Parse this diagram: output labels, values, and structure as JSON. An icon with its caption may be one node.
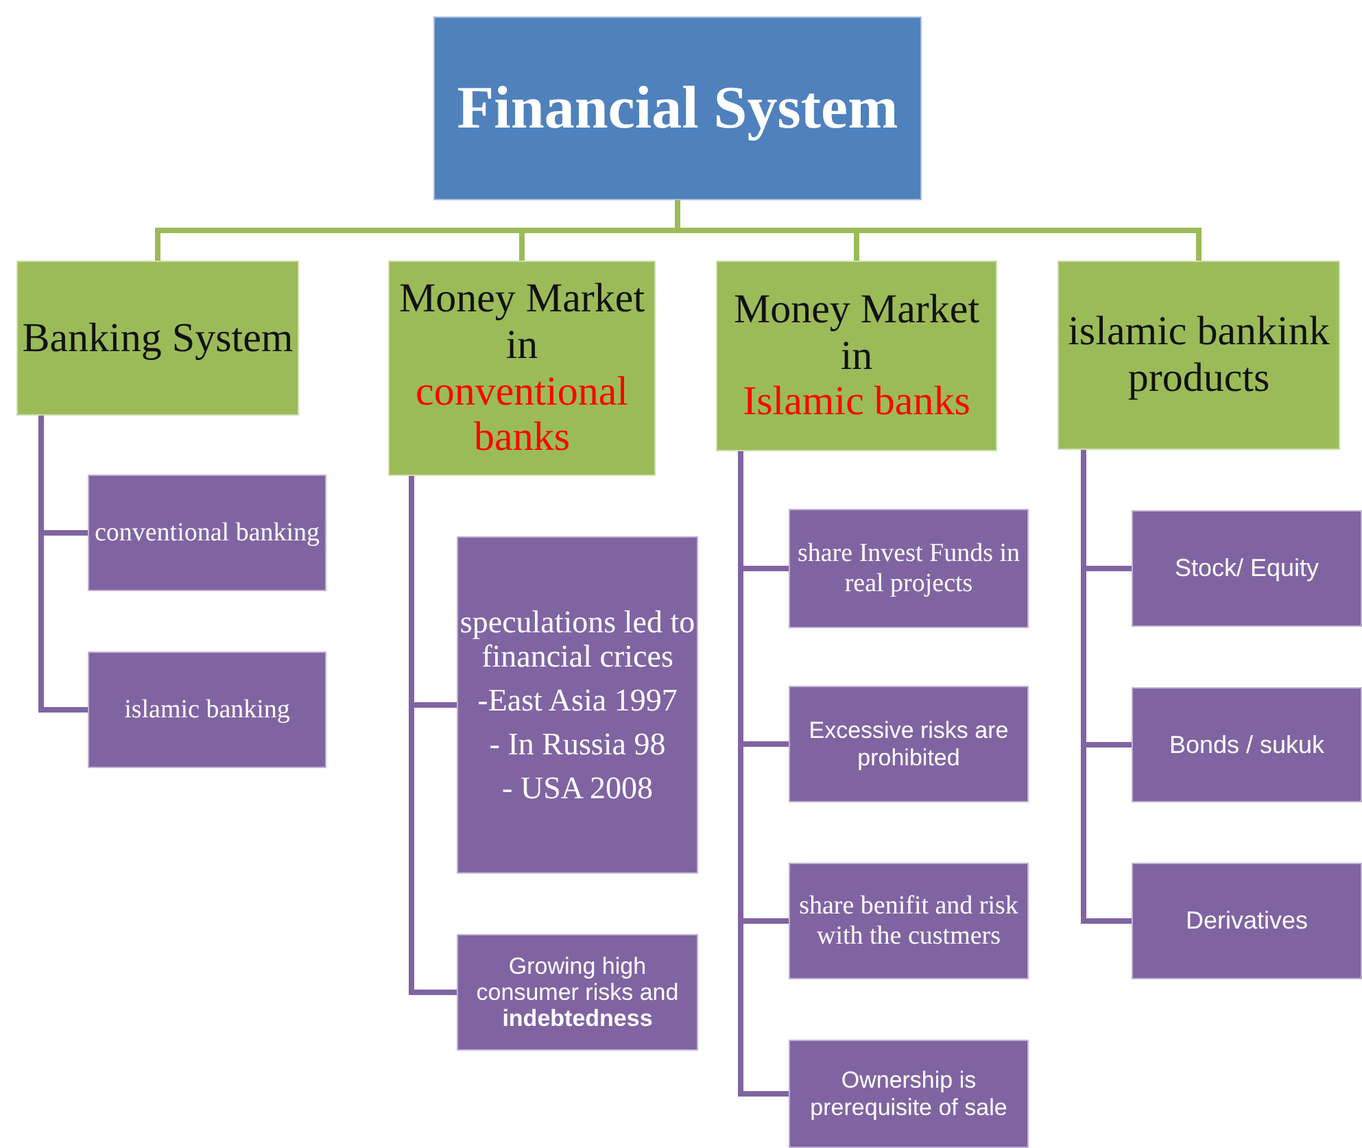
{
  "diagram": {
    "nodes": [
      {
        "text": [
          "Financial System"
        ]
      },
      {
        "text": [
          "Banking System"
        ]
      },
      {
        "text": [
          "Money Market in",
          "conventional banks"
        ]
      },
      {
        "text": [
          "Money Market in",
          "Islamic banks"
        ]
      },
      {
        "text": [
          "islamic bankink products"
        ]
      },
      {
        "text": [
          "conventional banking"
        ]
      },
      {
        "text": [
          "islamic banking"
        ]
      },
      {
        "text": [
          "speculations led to financial crices",
          "-East Asia 1997",
          "- In Russia 98",
          "- USA 2008"
        ]
      },
      {
        "text": [
          "Growing high consumer risks and **indebtedness**"
        ]
      },
      {
        "text": [
          "share Invest Funds in real projects"
        ]
      },
      {
        "text": [
          "Excessive risks are prohibited"
        ]
      },
      {
        "text": [
          "share benifit and risk with the custmers"
        ]
      },
      {
        "text": [
          "Ownership is prerequisite of sale"
        ]
      },
      {
        "text": [
          "Stock/ Equity"
        ]
      },
      {
        "text": [
          "Bonds / sukuk"
        ]
      },
      {
        "text": [
          "Derivatives"
        ]
      }
    ],
    "edges": [
      {
        "from": 0,
        "to": 1,
        "arrow": "none",
        "color": "#9bbb59"
      },
      {
        "from": 0,
        "to": 2,
        "arrow": "none",
        "color": "#9bbb59"
      },
      {
        "from": 0,
        "to": 3,
        "arrow": "none",
        "color": "#9bbb59"
      },
      {
        "from": 0,
        "to": 4,
        "arrow": "none",
        "color": "#9bbb59"
      },
      {
        "from": 1,
        "to": 5,
        "arrow": "none"
      },
      {
        "from": 1,
        "to": 6,
        "arrow": "none"
      },
      {
        "from": 2,
        "to": 7,
        "arrow": "none"
      },
      {
        "from": 2,
        "to": 8,
        "arrow": "none"
      },
      {
        "from": 3,
        "to": 9,
        "arrow": "none"
      },
      {
        "from": 3,
        "to": 10,
        "arrow": "none"
      },
      {
        "from": 3,
        "to": 11,
        "arrow": "none"
      },
      {
        "from": 3,
        "to": 12,
        "arrow": "none"
      },
      {
        "from": 4,
        "to": 13,
        "arrow": "none"
      },
      {
        "from": 4,
        "to": 14,
        "arrow": "none"
      },
      {
        "from": 4,
        "to": 15,
        "arrow": "none"
      }
    ]
  }
}
